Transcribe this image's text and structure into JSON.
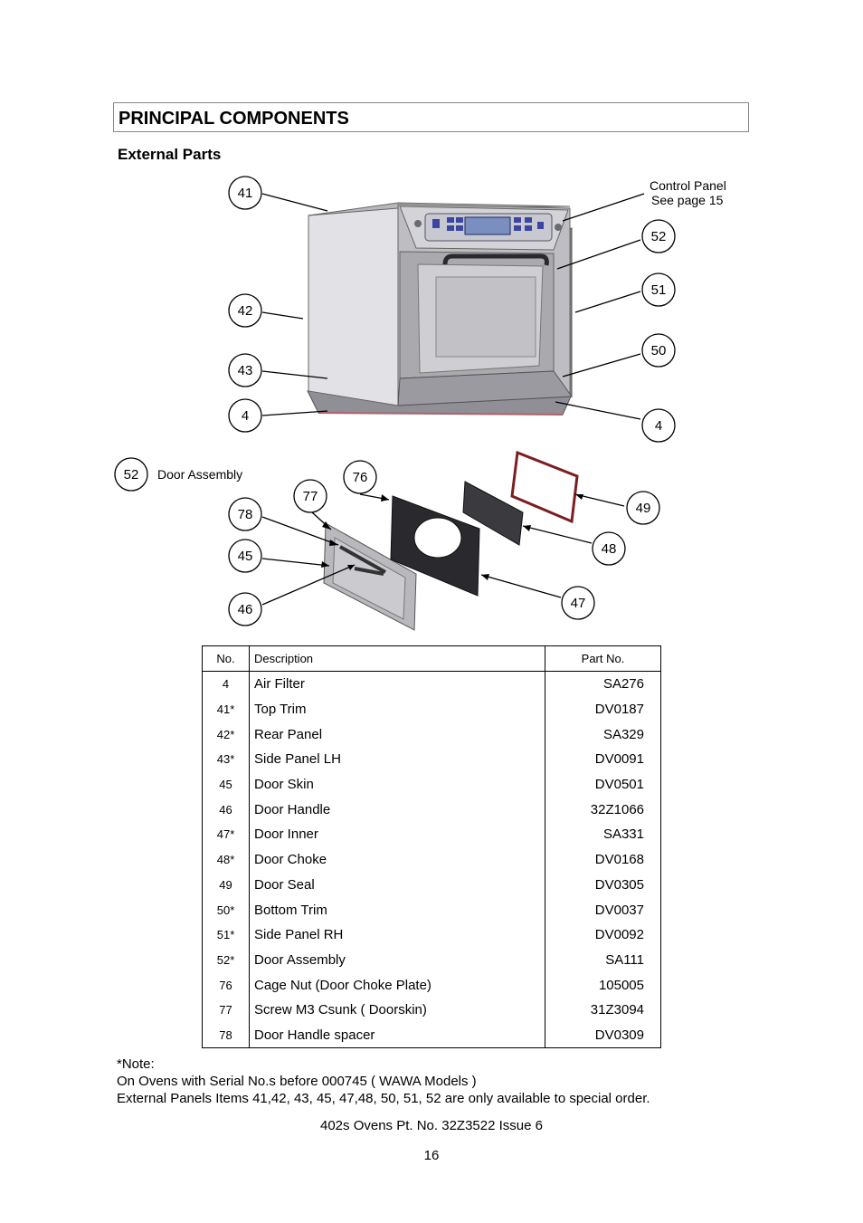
{
  "header": {
    "title": "PRINCIPAL COMPONENTS",
    "subtitle": "External Parts"
  },
  "diagram": {
    "oven_callouts": [
      "41",
      "42",
      "43",
      "4",
      "52",
      "51",
      "50",
      "4"
    ],
    "control_panel_note": [
      "Control Panel",
      "See page  15"
    ],
    "door_assembly_number": "52",
    "door_assembly_label": "Door Assembly",
    "door_callouts": [
      "76",
      "77",
      "78",
      "45",
      "46",
      "49",
      "48",
      "47"
    ]
  },
  "table": {
    "headers": [
      "No.",
      "Description",
      "Part No."
    ],
    "rows": [
      {
        "no": "4",
        "description": "Air Filter",
        "part": "SA276"
      },
      {
        "no": "41*",
        "description": "Top Trim",
        "part": "DV0187"
      },
      {
        "no": "42*",
        "description": "Rear Panel",
        "part": "SA329"
      },
      {
        "no": "43*",
        "description": "Side Panel  LH",
        "part": "DV0091"
      },
      {
        "no": "45",
        "description": "Door Skin",
        "part": "DV0501"
      },
      {
        "no": "46",
        "description": "Door Handle",
        "part": "32Z1066"
      },
      {
        "no": "47*",
        "description": "Door Inner",
        "part": "SA331"
      },
      {
        "no": "48*",
        "description": "Door Choke",
        "part": "DV0168"
      },
      {
        "no": "49",
        "description": "Door Seal",
        "part": "DV0305"
      },
      {
        "no": "50*",
        "description": "Bottom Trim",
        "part": "DV0037"
      },
      {
        "no": "51*",
        "description": "Side Panel RH",
        "part": "DV0092"
      },
      {
        "no": "52*",
        "description": "Door Assembly",
        "part": "SA111"
      },
      {
        "no": "76",
        "description": "Cage Nut (Door Choke Plate)",
        "part": "105005"
      },
      {
        "no": "77",
        "description": "Screw M3 Csunk ( Doorskin)",
        "part": "31Z3094"
      },
      {
        "no": "78",
        "description": "Door Handle spacer",
        "part": "DV0309"
      }
    ]
  },
  "note": {
    "lines": [
      "*Note:",
      "On Ovens with  Serial No.s before 000745 ( WAWA Models )",
      "External Panels Items 41,42, 43, 45, 47,48,  50, 51, 52 are only available to special order."
    ]
  },
  "footer": {
    "doc_ref": "402s Ovens Pt. No. 32Z3522  Issue 6",
    "page_number": "16"
  }
}
